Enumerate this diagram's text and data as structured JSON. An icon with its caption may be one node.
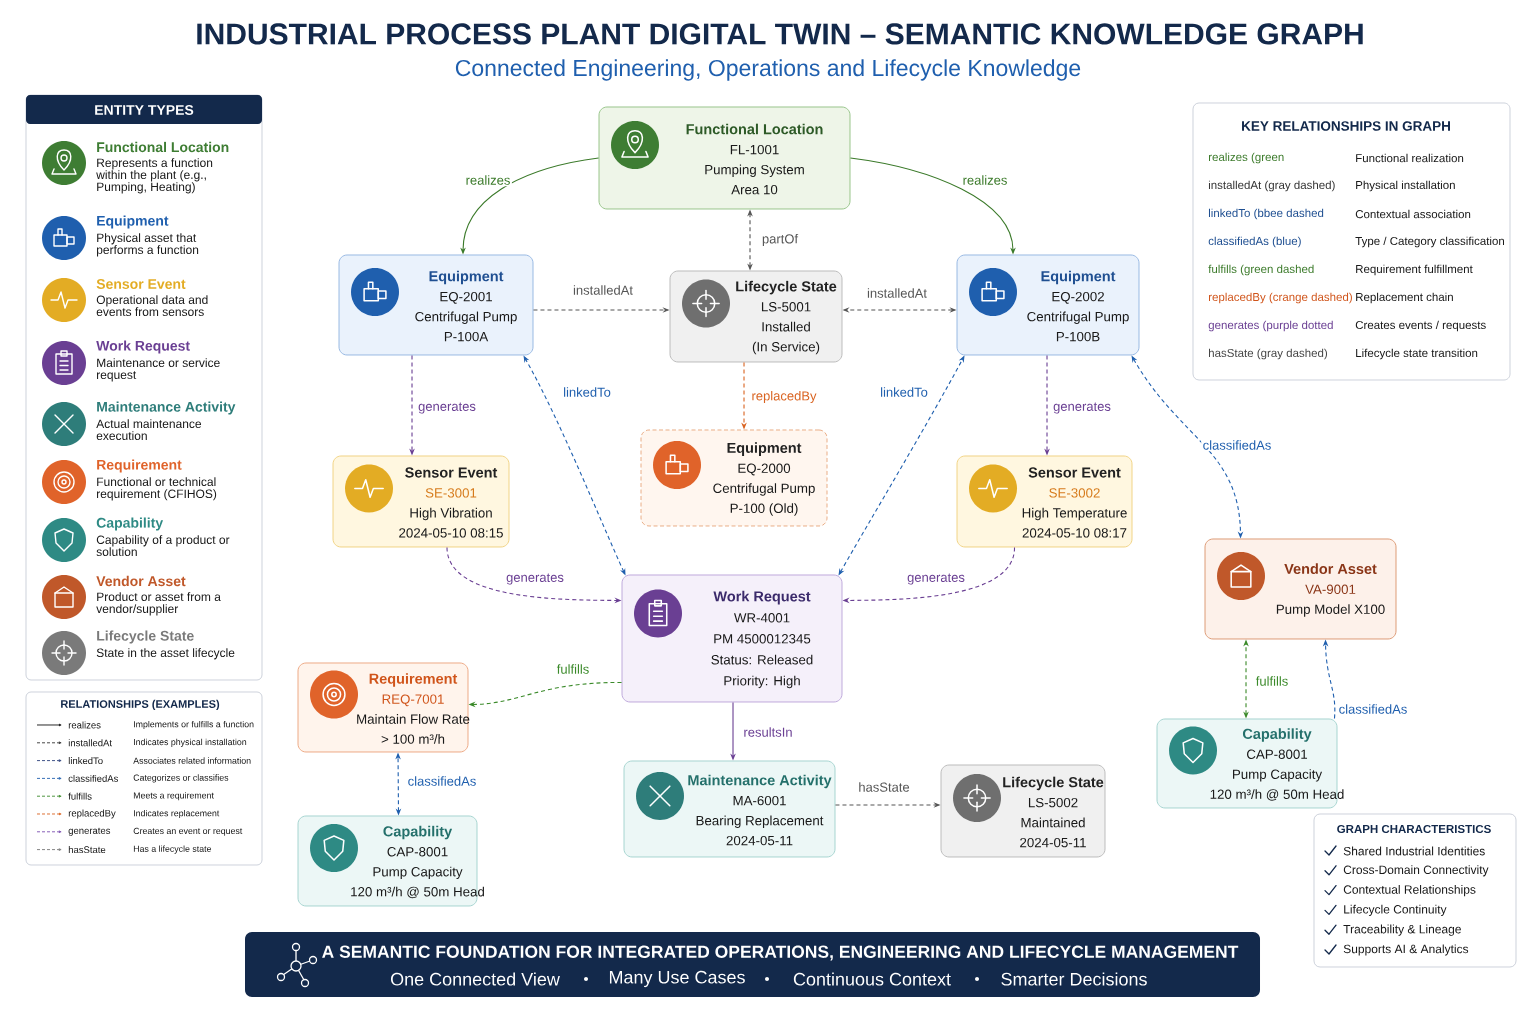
{
  "diagram": {
    "title": "INDUSTRIAL PROCESS PLANT DIGITAL TWIN – SEMANTIC KNOWLEDGE GRAPH",
    "nodes": [
      {
        "text": [
          "Functional Location",
          "FL-1001",
          "Pumping System",
          "Area 10"
        ]
      },
      {
        "text": [
          "Equipment",
          "EQ-2001",
          "Centrifugal Pump",
          "P-100A"
        ]
      },
      {
        "text": [
          "Lifecycle State",
          "LS-5001",
          "Installed",
          "(In Service)"
        ]
      },
      {
        "text": [
          "Equipment",
          "EQ-2002",
          "Centrifugal Pump",
          "P-100B"
        ]
      },
      {
        "text": [
          "Sensor Event",
          "SE-3001",
          "High Vibration",
          "2024-05-10 08:15"
        ]
      },
      {
        "text": [
          "Equipment",
          "EQ-2000",
          "Centrifugal Pump",
          "P-100 (Old)"
        ]
      },
      {
        "text": [
          "Sensor Event",
          "SE-3002",
          "High Temperature",
          "2024-05-10 08:17"
        ]
      },
      {
        "text": [
          "Vendor Asset",
          "VA-9001",
          "Pump Model X100"
        ]
      },
      {
        "text": [
          "Work Request",
          "WR-4001",
          "PM 4500012345",
          "Status: Released",
          "Priority: High"
        ]
      },
      {
        "text": [
          "Requirement",
          "REQ-7001",
          "Maintain Flow Rate",
          "> 100 m³/h"
        ]
      },
      {
        "text": [
          "Capability",
          "CAP-8001",
          "Pump Capacity",
          "120 m³/h @ 50m Head"
        ]
      },
      {
        "text": [
          "Maintenance Activity",
          "MA-6001",
          "Bearing Replacement",
          "2024-05-11"
        ]
      },
      {
        "text": [
          "Lifecycle State",
          "LS-5002",
          "Maintained",
          "2024-05-11"
        ]
      },
      {
        "text": [
          "Capability",
          "CAP-8001",
          "Pump Capacity",
          "120 m³/h @ 50m Head"
        ]
      }
    ],
    "edges": [
      {
        "from": 0,
        "to": 1,
        "arrow": "to",
        "label": "realizes",
        "color": "#3b7a2a"
      },
      {
        "from": 0,
        "to": 3,
        "arrow": "to",
        "label": "realizes",
        "color": "#3b7a2a"
      },
      {
        "from": 2,
        "to": 0,
        "arrow": "both",
        "label": "partOf",
        "style": "dashed",
        "color": "#555555"
      },
      {
        "from": 1,
        "to": 2,
        "arrow": "to",
        "label": "installedAt",
        "style": "dashed",
        "color": "#555555"
      },
      {
        "from": 3,
        "to": 2,
        "arrow": "both",
        "label": "installedAt",
        "style": "dashed",
        "color": "#555555"
      },
      {
        "from": 1,
        "to": 4,
        "arrow": "to",
        "label": "generates",
        "style": "dashed",
        "color": "#6a3f93"
      },
      {
        "from": 2,
        "to": 5,
        "arrow": "to",
        "label": "replacedBy",
        "style": "dashed",
        "color": "#d9621f"
      },
      {
        "from": 8,
        "to": 1,
        "arrow": "both",
        "label": "linkedTo",
        "style": "dashed",
        "color": "#1f5fae"
      },
      {
        "from": 8,
        "to": 3,
        "arrow": "both",
        "label": "linkedTo",
        "style": "dashed",
        "color": "#1f5fae"
      },
      {
        "from": 3,
        "to": 6,
        "arrow": "to",
        "label": "generates",
        "style": "dashed",
        "color": "#6a3f93"
      },
      {
        "from": 3,
        "to": 7,
        "arrow": "both",
        "label": "classifiedAs",
        "style": "dashed",
        "color": "#1f5fae"
      },
      {
        "from": 4,
        "to": 8,
        "arrow": "to",
        "label": "generates",
        "style": "dashed",
        "color": "#6a3f93"
      },
      {
        "from": 6,
        "to": 8,
        "arrow": "to",
        "label": "generates",
        "style": "dashed",
        "color": "#6a3f93"
      },
      {
        "from": 8,
        "to": 9,
        "arrow": "to",
        "label": "fulfills",
        "style": "dashed",
        "color": "#3b8a2a"
      },
      {
        "from": 13,
        "to": 9,
        "arrow": "both",
        "label": "classifiedAs",
        "style": "dashed",
        "color": "#1f5fae"
      },
      {
        "from": 10,
        "to": 7,
        "arrow": "both",
        "label": "fulfills",
        "style": "dashed",
        "color": "#3b8a2a"
      },
      {
        "from": 10,
        "to": 7,
        "arrow": "to",
        "label": "classifiedAs",
        "style": "dashed",
        "color": "#1f5fae"
      },
      {
        "from": 8,
        "to": 11,
        "arrow": "to",
        "label": "resultsIn",
        "color": "#6a3f93"
      },
      {
        "from": 11,
        "to": 12,
        "arrow": "to",
        "label": "hasState",
        "style": "dashed",
        "color": "#555555"
      }
    ],
    "labels": [
      "Connected Engineering, Operations and Lifecycle Knowledge",
      "ENTITY TYPES",
      "Represents a function within the plant (e.g., Pumping, Heating)",
      "Physical asset that performs a function",
      "Operational data and events from sensors",
      "Maintenance or service request",
      "Actual maintenance execution",
      "Functional or technical requirement (CFIHOS)",
      "Capability of a product or solution",
      "Product or asset from a vendor/supplier",
      "State in the asset lifecycle",
      "RELATIONSHIPS (EXAMPLES)",
      "Implements or fulfills a function",
      "Indicates physical installation",
      "Associates related information",
      "Categorizes or classifies",
      "Meets a requirement",
      "Indicates replacement",
      "Creates an event or request",
      "Has a lifecycle state",
      "KEY RELATIONSHIPS IN GRAPH",
      "realizes (green",
      "Functional realization",
      "installedAt (gray dashed)",
      "Physical installation",
      "linkedTo (bbee dashed",
      "Contextual association",
      "classifiedAs (blue)",
      "Type / Category classification",
      "fulfills (green dashed",
      "Requirement fulfillment",
      "replacedBy (crange dashed)",
      "Replacement chain",
      "generates (purple dotted",
      "Creates events / requests",
      "hasState (gray dashed)",
      "Lifecycle state transition",
      "GRAPH CHARACTERISTICS",
      "Shared Industrial Identities",
      "Cross-Domain Connectivity",
      "Contextual Relationships",
      "Lifecycle Continuity",
      "Traceability & Lineage",
      "Supports AI & Analytics",
      "A SEMANTIC FOUNDATION FOR INTEGRATED OPERATIONS, ENGINEERING AND LIFECYCLE MANAGEMENT",
      "One Connected View",
      "Many Use Cases",
      "Continuous Context",
      "Smarter Decisions"
    ],
    "legend": [
      {
        "text": "Functional Location",
        "color": "#3e7d33"
      },
      {
        "text": "Equipment",
        "color": "#1f5fae"
      },
      {
        "text": "Sensor Event",
        "color": "#e3ac24"
      },
      {
        "text": "Work Request",
        "color": "#6a3f93"
      },
      {
        "text": "Maintenance Activity",
        "color": "#2e7d7a"
      },
      {
        "text": "Requirement",
        "color": "#e0632a"
      },
      {
        "text": "Capability",
        "color": "#2e8a84"
      },
      {
        "text": "Vendor Asset",
        "color": "#c0582a"
      },
      {
        "text": "Lifecycle State",
        "color": "#7a7a7a"
      },
      {
        "text": "realizes"
      },
      {
        "text": "installedAt"
      },
      {
        "text": "linkedTo"
      },
      {
        "text": "classifiedAs"
      },
      {
        "text": "fulfills"
      },
      {
        "text": "replacedBy"
      },
      {
        "text": "generates"
      },
      {
        "text": "hasState"
      }
    ]
  }
}
